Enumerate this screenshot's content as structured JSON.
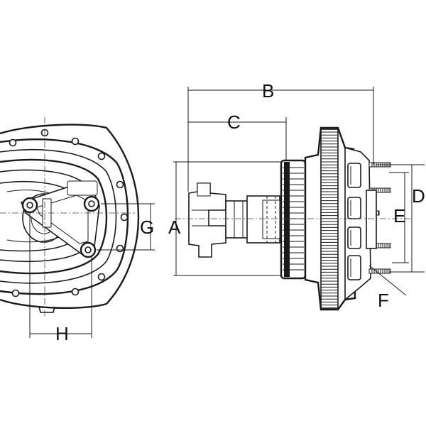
{
  "figure": {
    "labels": {
      "A": "A",
      "B": "B",
      "C": "C",
      "D": "D",
      "E": "E",
      "F": "F",
      "G": "G",
      "H": "H"
    }
  }
}
